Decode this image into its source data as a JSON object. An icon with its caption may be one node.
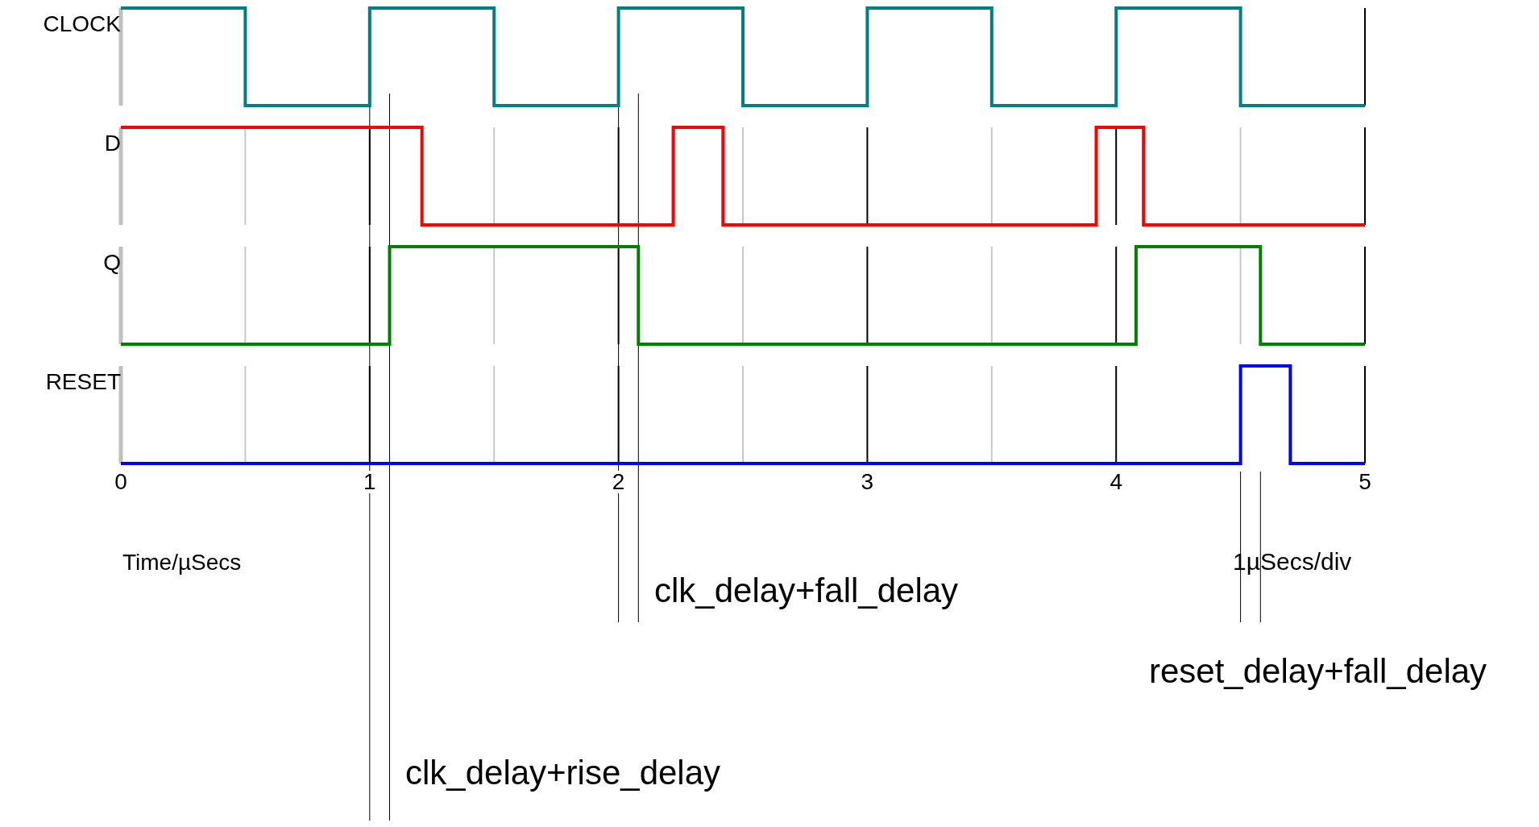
{
  "diagram": {
    "labels": [
      "CLOCK",
      "D",
      "Q",
      "RESET",
      "0",
      "1",
      "2",
      "3",
      "4",
      "5",
      "Time/µSecs",
      "1µSecs/div",
      "clk_delay+fall_delay",
      "reset_delay+fall_delay",
      "clk_delay+rise_delay"
    ]
  }
}
